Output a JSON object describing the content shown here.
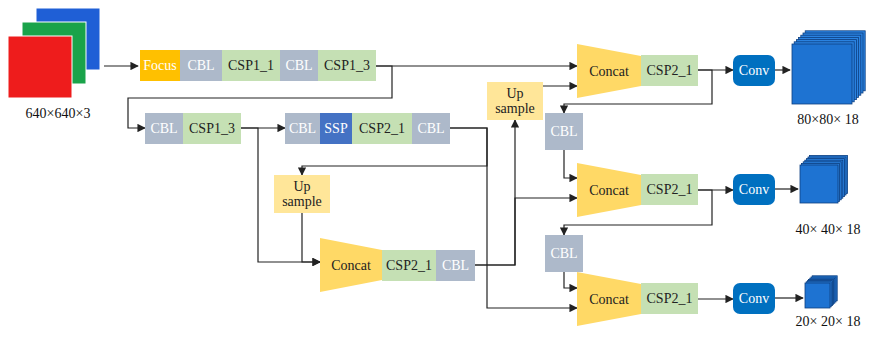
{
  "diagram": {
    "nodes": [
      {
        "text": [
          "Focus"
        ]
      },
      {
        "text": [
          "CBL"
        ]
      },
      {
        "text": [
          "CSP1_1"
        ]
      },
      {
        "text": [
          "CBL"
        ]
      },
      {
        "text": [
          "CSP1_3"
        ]
      },
      {
        "text": [
          "CBL"
        ]
      },
      {
        "text": [
          "CSP1_3"
        ]
      },
      {
        "text": [
          "CBL"
        ]
      },
      {
        "text": [
          "SSP"
        ]
      },
      {
        "text": [
          "CSP2_1"
        ]
      },
      {
        "text": [
          "CBL"
        ]
      },
      {
        "text": [
          "Up sample"
        ]
      },
      {
        "text": [
          "Concat"
        ]
      },
      {
        "text": [
          "CSP2_1"
        ]
      },
      {
        "text": [
          "Conv"
        ]
      },
      {
        "text": [
          "CBL"
        ]
      },
      {
        "text": [
          "Up sample"
        ]
      },
      {
        "text": [
          "Concat"
        ]
      },
      {
        "text": [
          "CSP2_1"
        ]
      },
      {
        "text": [
          "CBL"
        ]
      },
      {
        "text": [
          "Concat"
        ]
      },
      {
        "text": [
          "CSP2_1"
        ]
      },
      {
        "text": [
          "Conv"
        ]
      },
      {
        "text": [
          "CBL"
        ]
      },
      {
        "text": [
          "Concat"
        ]
      },
      {
        "text": [
          "CSP2_1"
        ]
      },
      {
        "text": [
          "Conv"
        ]
      }
    ],
    "edges": [
      {
        "from": 4,
        "to": 5,
        "arrow": "to"
      },
      {
        "from": 4,
        "to": 12,
        "arrow": "to"
      },
      {
        "from": 6,
        "to": 7,
        "arrow": "to"
      },
      {
        "from": 6,
        "to": 17,
        "arrow": "to"
      },
      {
        "from": 16,
        "to": 17,
        "arrow": "to"
      },
      {
        "from": 10,
        "to": 16,
        "arrow": "to"
      },
      {
        "from": 10,
        "to": 24,
        "arrow": "to"
      },
      {
        "from": 19,
        "to": 11,
        "arrow": "to"
      },
      {
        "from": 19,
        "to": 20,
        "arrow": "to"
      },
      {
        "from": 11,
        "to": 12,
        "arrow": "to"
      },
      {
        "from": 13,
        "to": 14,
        "arrow": "to"
      },
      {
        "from": 13,
        "to": 15,
        "arrow": "to"
      },
      {
        "from": 15,
        "to": 20,
        "arrow": "to"
      },
      {
        "from": 21,
        "to": 22,
        "arrow": "to"
      },
      {
        "from": 21,
        "to": 23,
        "arrow": "to"
      },
      {
        "from": 23,
        "to": 24,
        "arrow": "to"
      },
      {
        "from": 25,
        "to": 26,
        "arrow": "to"
      }
    ],
    "labels": [
      "640×640×3",
      "80×80× 18",
      "40× 40× 18",
      "20× 20× 18"
    ]
  }
}
